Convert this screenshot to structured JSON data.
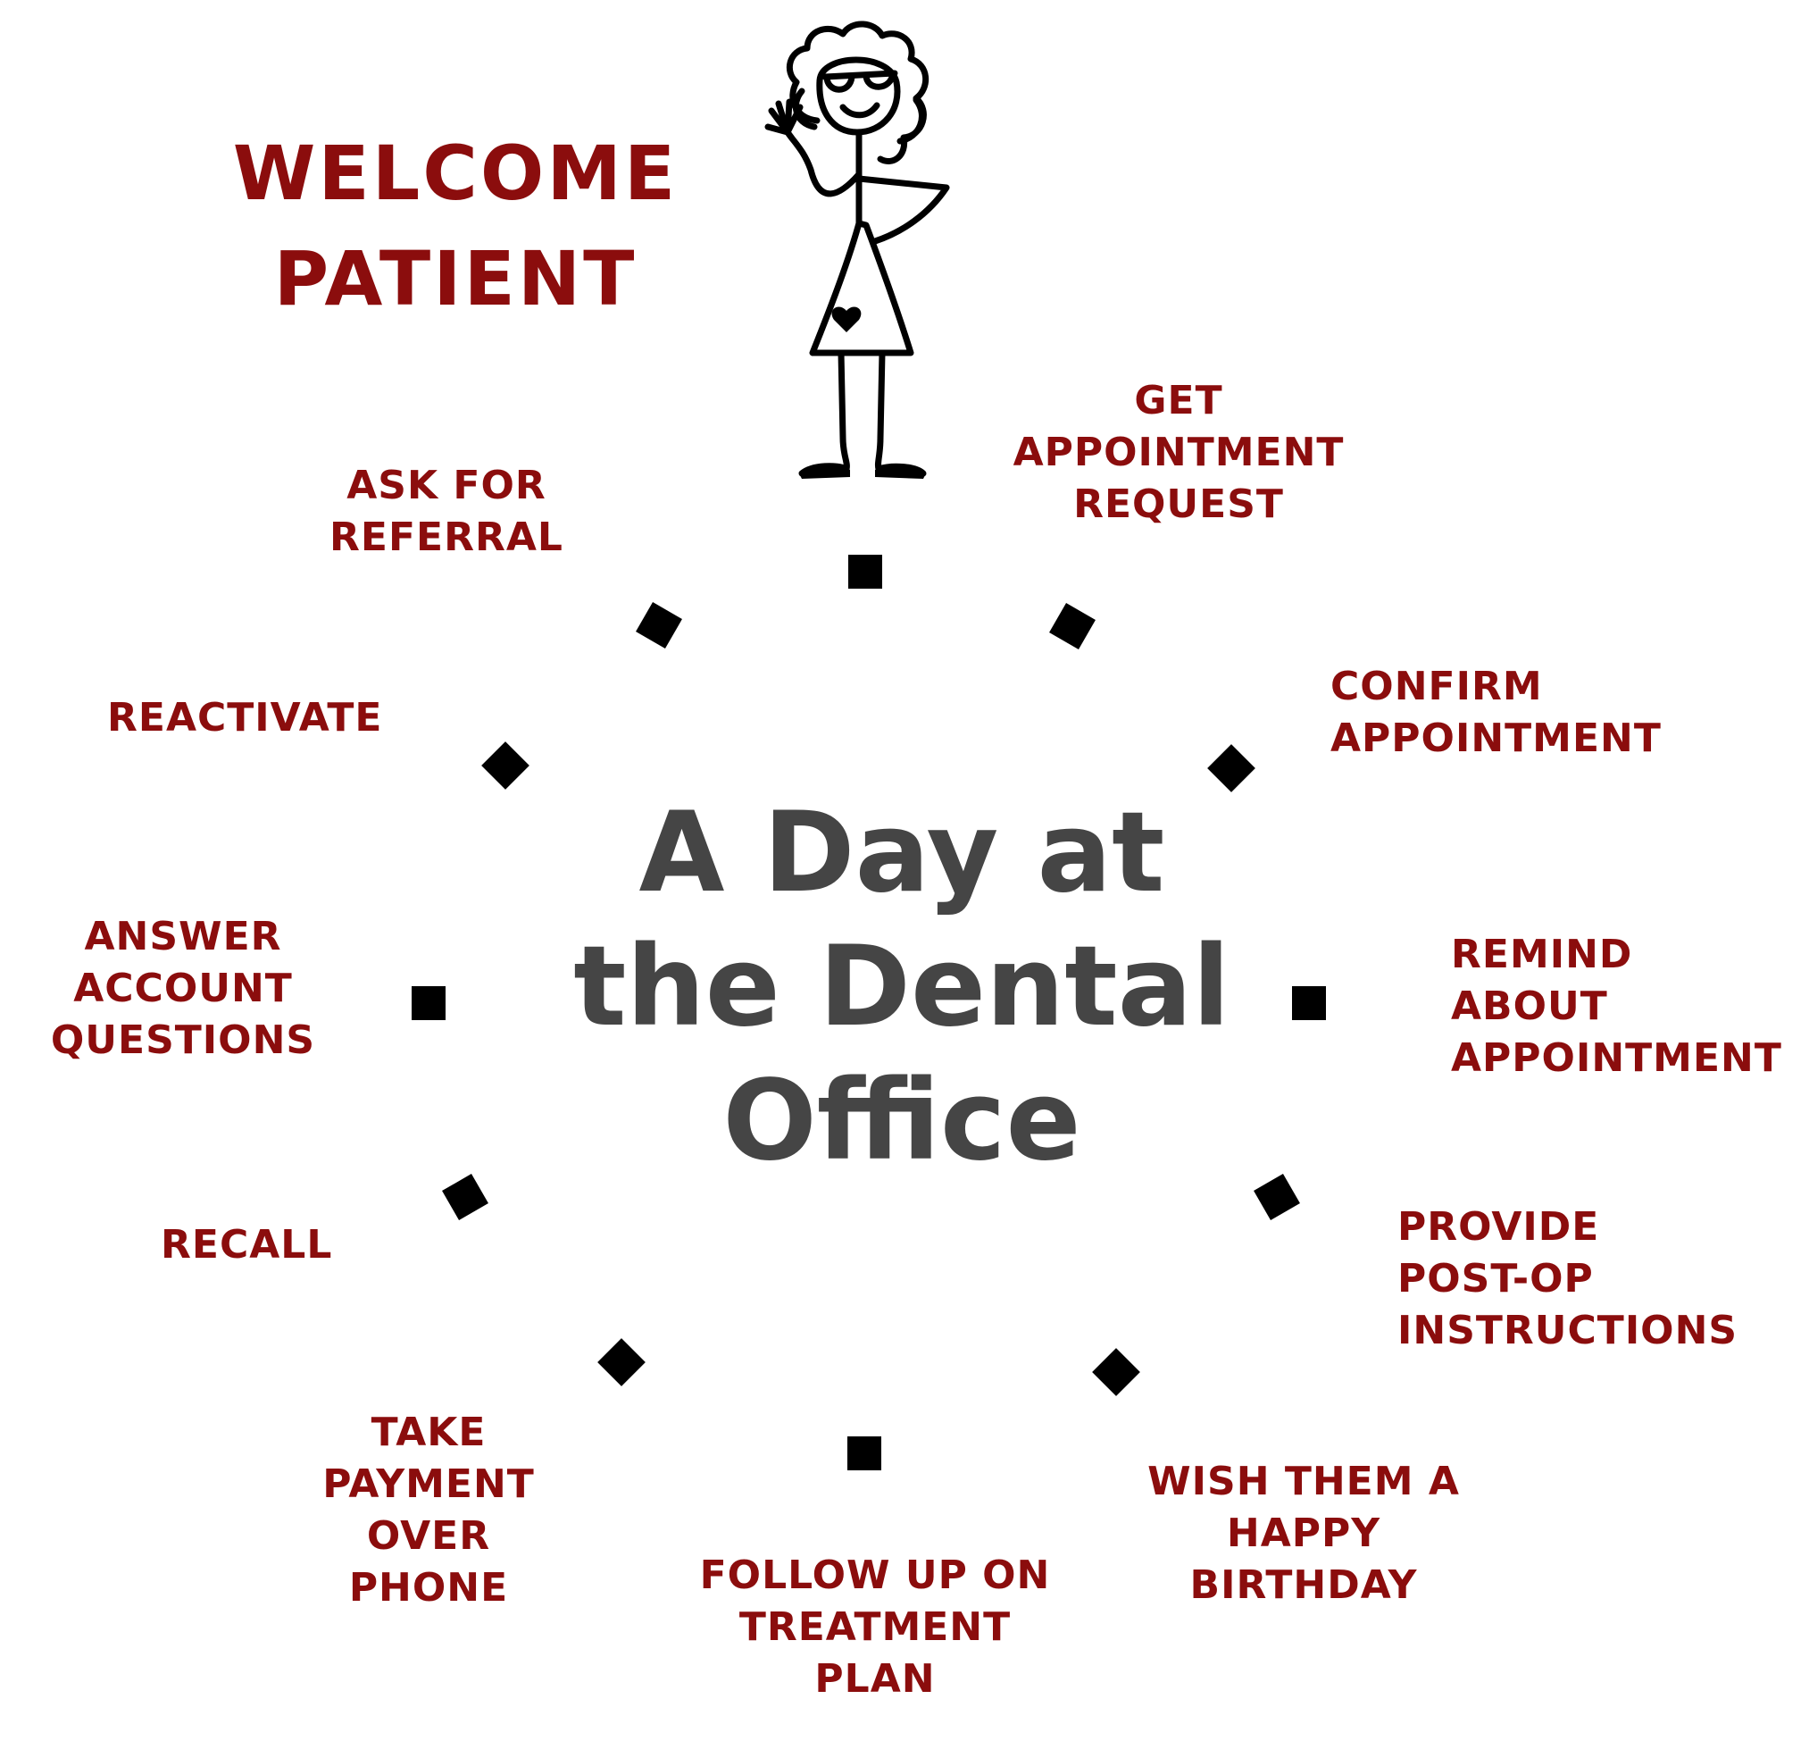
{
  "colors": {
    "label": "#8b0d0d",
    "title": "#454545",
    "marker": "#000000",
    "background": "#ffffff"
  },
  "welcome": [
    "WELCOME",
    "PATIENT"
  ],
  "title": [
    "A Day at",
    "the Dental",
    "Office"
  ],
  "steps": [
    {
      "id": "get-appointment-request",
      "lines": [
        "GET",
        "APPOINTMENT",
        "REQUEST"
      ]
    },
    {
      "id": "confirm-appointment",
      "lines": [
        "CONFIRM",
        "APPOINTMENT"
      ]
    },
    {
      "id": "remind-about-appointment",
      "lines": [
        "REMIND",
        "ABOUT",
        "APPOINTMENT"
      ]
    },
    {
      "id": "provide-post-op-instructions",
      "lines": [
        "PROVIDE",
        "POST-OP",
        "INSTRUCTIONS"
      ]
    },
    {
      "id": "wish-happy-birthday",
      "lines": [
        "WISH THEM A",
        "HAPPY",
        "BIRTHDAY"
      ]
    },
    {
      "id": "follow-up-treatment-plan",
      "lines": [
        "FOLLOW UP ON",
        "TREATMENT",
        "PLAN"
      ]
    },
    {
      "id": "take-payment-over-phone",
      "lines": [
        "TAKE",
        "PAYMENT",
        "OVER",
        "PHONE"
      ]
    },
    {
      "id": "recall",
      "lines": [
        "RECALL"
      ]
    },
    {
      "id": "answer-account-questions",
      "lines": [
        "ANSWER",
        "ACCOUNT",
        "QUESTIONS"
      ]
    },
    {
      "id": "reactivate",
      "lines": [
        "REACTIVATE"
      ]
    },
    {
      "id": "ask-for-referral",
      "lines": [
        "ASK FOR",
        "REFERRAL"
      ]
    }
  ],
  "figure": {
    "icon": "waving-stick-figure-woman-icon"
  }
}
